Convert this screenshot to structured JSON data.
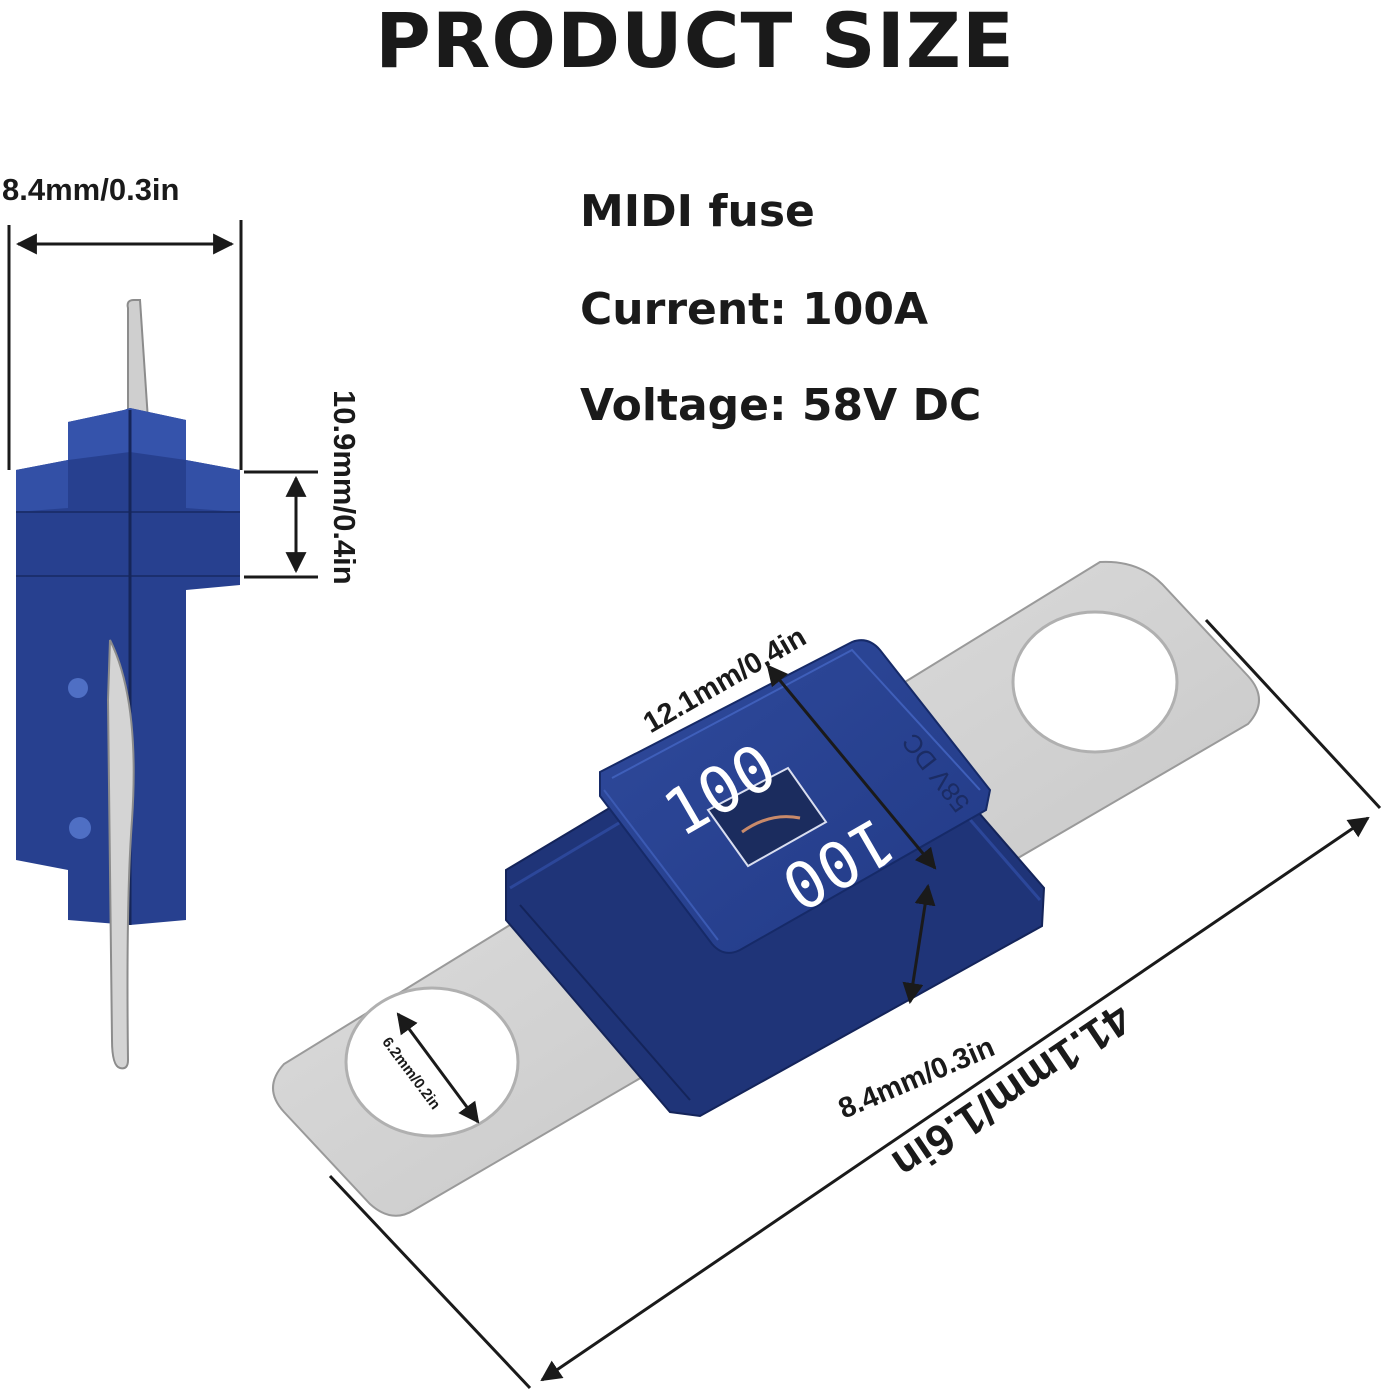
{
  "title": "PRODUCT SIZE",
  "specs": {
    "type": "MIDI fuse",
    "current": "Current: 100A",
    "voltage": "Voltage: 58V DC"
  },
  "dimensions": {
    "side_width": "8.4mm/0.3in",
    "side_height": "10.9mm/0.4in",
    "body_width": "12.1mm/0.4in",
    "body_thickness": "8.4mm/0.3in",
    "hole_diameter": "6.2mm/0.2in",
    "total_length": "41.1mm/1.6in"
  },
  "fuse_markings": {
    "rating_top": "100",
    "rating_bottom": "100",
    "voltage_side": "58V DC"
  },
  "colors": {
    "fuse_body": "#27408f",
    "terminal": "#d6d6d6",
    "text": "#1a1a1a"
  }
}
